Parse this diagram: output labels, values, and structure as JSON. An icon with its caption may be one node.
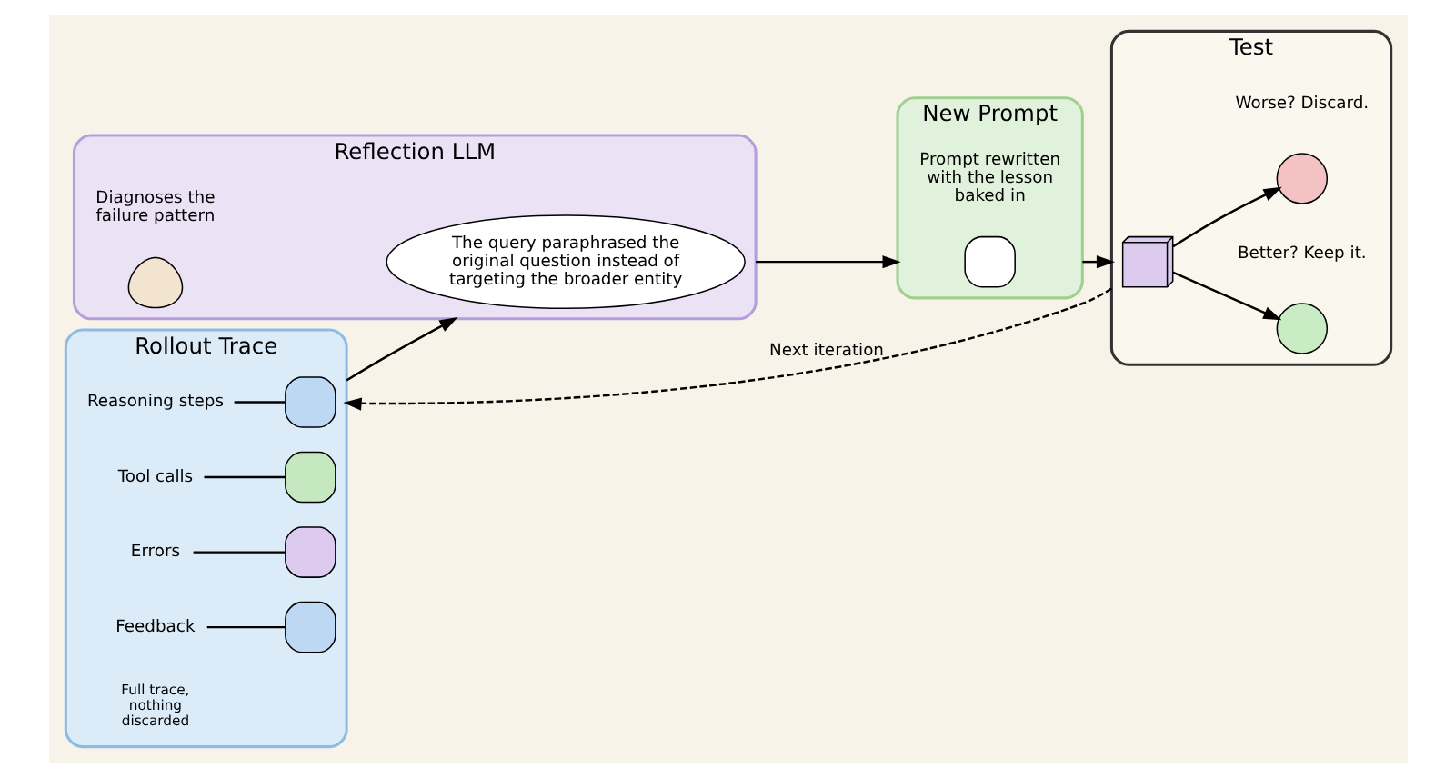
{
  "diagram": {
    "nodes": [
      {
        "text": [
          "Rollout Trace"
        ]
      },
      {
        "text": [],
        "shape": "box",
        "in": 0
      },
      {
        "text": [
          "Reasoning steps"
        ],
        "in": 0
      },
      {
        "text": [],
        "shape": "box",
        "in": 0
      },
      {
        "text": [
          "Tool calls"
        ],
        "in": 0
      },
      {
        "text": [],
        "shape": "box",
        "in": 0
      },
      {
        "text": [
          "Errors"
        ],
        "in": 0
      },
      {
        "text": [],
        "shape": "box",
        "in": 0
      },
      {
        "text": [
          "Feedback"
        ],
        "in": 0
      },
      {
        "text": [
          "Reflection LLM"
        ]
      },
      {
        "text": [
          "The query paraphrased the original question instead of targeting the broader entity"
        ],
        "in": 9
      },
      {
        "text": [],
        "shape": "person",
        "in": 9,
        "beside": [
          "Diagnoses the failure pattern"
        ]
      },
      {
        "text": [
          "New Prompt"
        ]
      },
      {
        "text": [],
        "shape": "box",
        "in": 12,
        "beside": [
          "Prompt rewritten with the lesson baked in"
        ]
      },
      {
        "text": [
          "Test"
        ]
      },
      {
        "text": [],
        "shape": "bar",
        "in": 14
      },
      {
        "text": [],
        "shape": "circle",
        "in": 14,
        "beside": [
          "Better? Keep it."
        ]
      },
      {
        "text": [],
        "shape": "circle",
        "in": 14,
        "beside": [
          "Worse? Discard."
        ]
      }
    ],
    "edges": [
      {
        "from": 2,
        "to": 1,
        "arrow": "none"
      },
      {
        "from": 4,
        "to": 3,
        "arrow": "none"
      },
      {
        "from": 6,
        "to": 5,
        "arrow": "none"
      },
      {
        "from": 8,
        "to": 7,
        "arrow": "none"
      },
      {
        "from": 0,
        "to": 9,
        "arrow": "to"
      },
      {
        "from": 9,
        "to": 12,
        "arrow": "to"
      },
      {
        "from": 12,
        "to": 14,
        "arrow": "to"
      },
      {
        "from": 15,
        "to": 16,
        "arrow": "to"
      },
      {
        "from": 15,
        "to": 17,
        "arrow": "to"
      },
      {
        "from": 14,
        "to": 0,
        "arrow": "to",
        "style": "dashed",
        "label": "Next iteration"
      }
    ],
    "labels": [
      "Full trace, nothing discarded"
    ]
  }
}
